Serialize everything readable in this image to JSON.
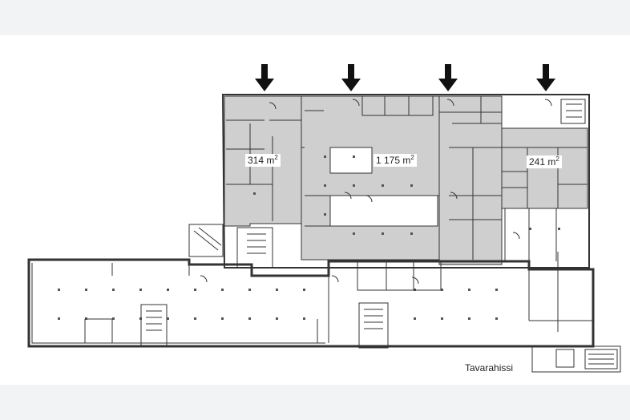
{
  "areas": [
    {
      "id": "west",
      "value": "314 m",
      "unit_exp": "2"
    },
    {
      "id": "middle",
      "value": "1 175 m",
      "unit_exp": "2"
    },
    {
      "id": "east",
      "value": "241 m",
      "unit_exp": "2"
    }
  ],
  "caption": "Tavarahissi",
  "colors": {
    "highlight": "#cfcfcf",
    "wall": "#333333",
    "background": "#f2f3f5",
    "paper": "#ffffff"
  },
  "icons": [
    "entrance-arrow-icon"
  ]
}
